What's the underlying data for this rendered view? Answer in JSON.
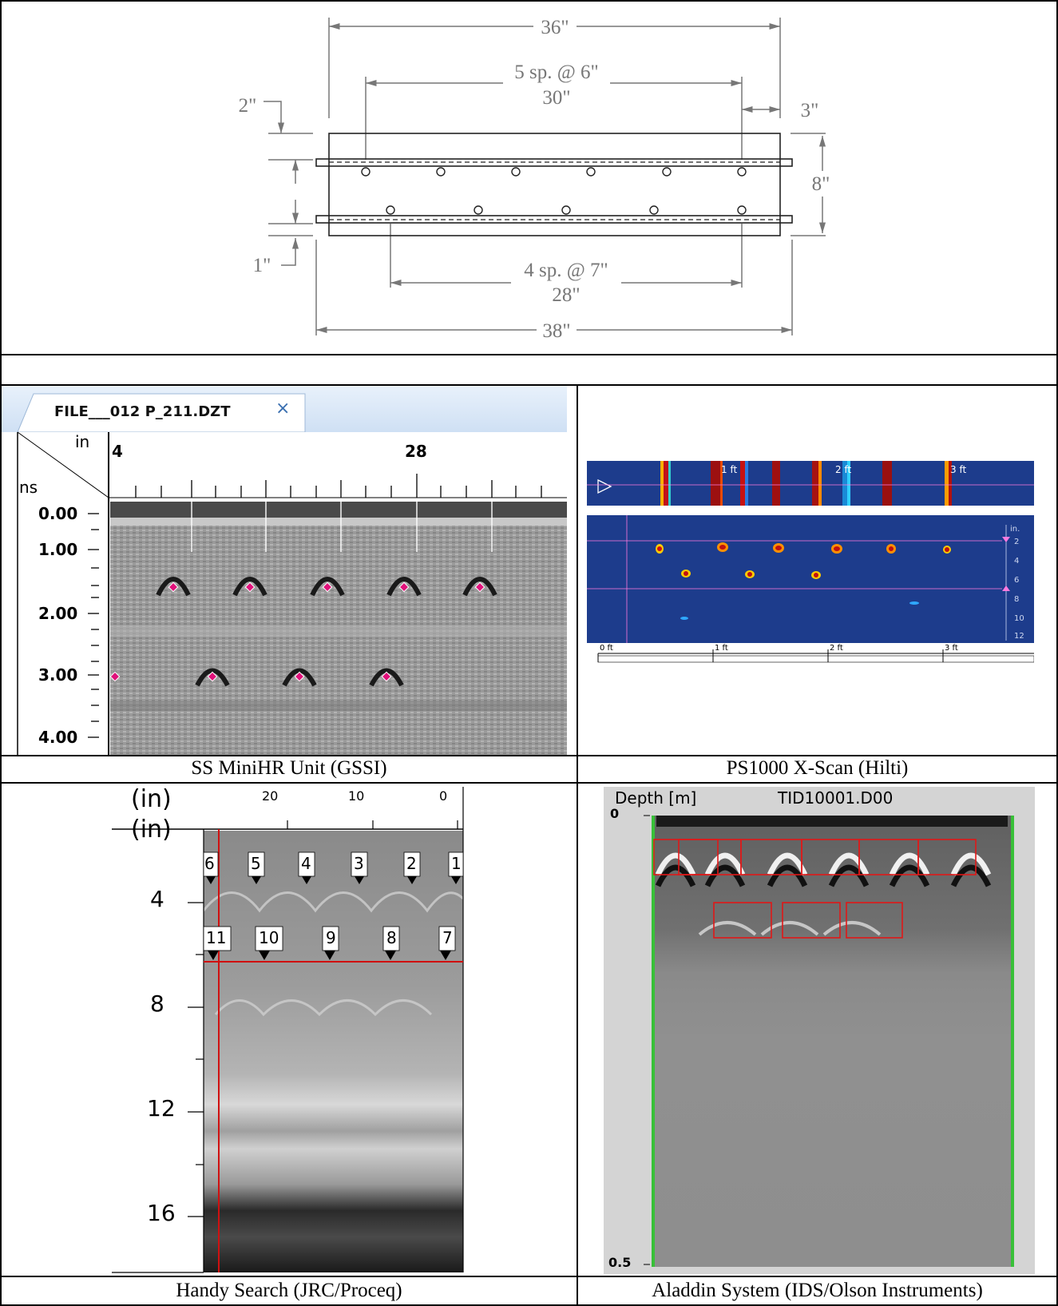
{
  "top_drawing": {
    "dim_overall_top": "36\"",
    "dim_top_spacing_line1": "5 sp. @ 6\"",
    "dim_top_spacing_line2": "30\"",
    "dim_cover_top": "2\"",
    "dim_side": "3\"",
    "dim_depth": "8\"",
    "dim_cover_bottom": "1\"",
    "dim_bottom_spacing_line1": "4 sp. @ 7\"",
    "dim_bottom_spacing_line2": "28\"",
    "dim_overall_bottom": "38\""
  },
  "panels": {
    "gssi": {
      "tab_label": "FILE___012 P_211.DZT",
      "close_glyph": "×",
      "x_unit": "in",
      "y_unit": "ns",
      "x_tick_left": "4",
      "x_tick_mid": "28",
      "y_ticks": [
        "0.00",
        "1.00",
        "2.00",
        "3.00",
        "4.00"
      ],
      "caption": "SS MiniHR Unit (GSSI)"
    },
    "hilti": {
      "top_labels": [
        "1 ft",
        "2 ft",
        "3 ft"
      ],
      "depth_unit": "in.",
      "depth_ticks": [
        "2",
        "4",
        "6",
        "8",
        "10",
        "12"
      ],
      "ruler_labels": [
        "0 ft",
        "1 ft",
        "2 ft",
        "3 ft"
      ],
      "caption": "PS1000 X-Scan (Hilti)"
    },
    "proceq": {
      "x_unit": "(in)",
      "y_unit": "(in)",
      "x_ticks": [
        "20",
        "10",
        "0"
      ],
      "y_ticks": [
        "4",
        "8",
        "12",
        "16"
      ],
      "top_markers": [
        "6",
        "5",
        "4",
        "3",
        "2",
        "1"
      ],
      "bottom_markers": [
        "11",
        "10",
        "9",
        "8",
        "7"
      ],
      "caption": "Handy Search (JRC/Proceq)"
    },
    "aladdin": {
      "depth_label": "Depth [m]",
      "file_name": "TID10001.D00",
      "depth_top": "0",
      "depth_bottom": "0.5",
      "caption": "Aladdin System (IDS/Olson Instruments)"
    }
  }
}
